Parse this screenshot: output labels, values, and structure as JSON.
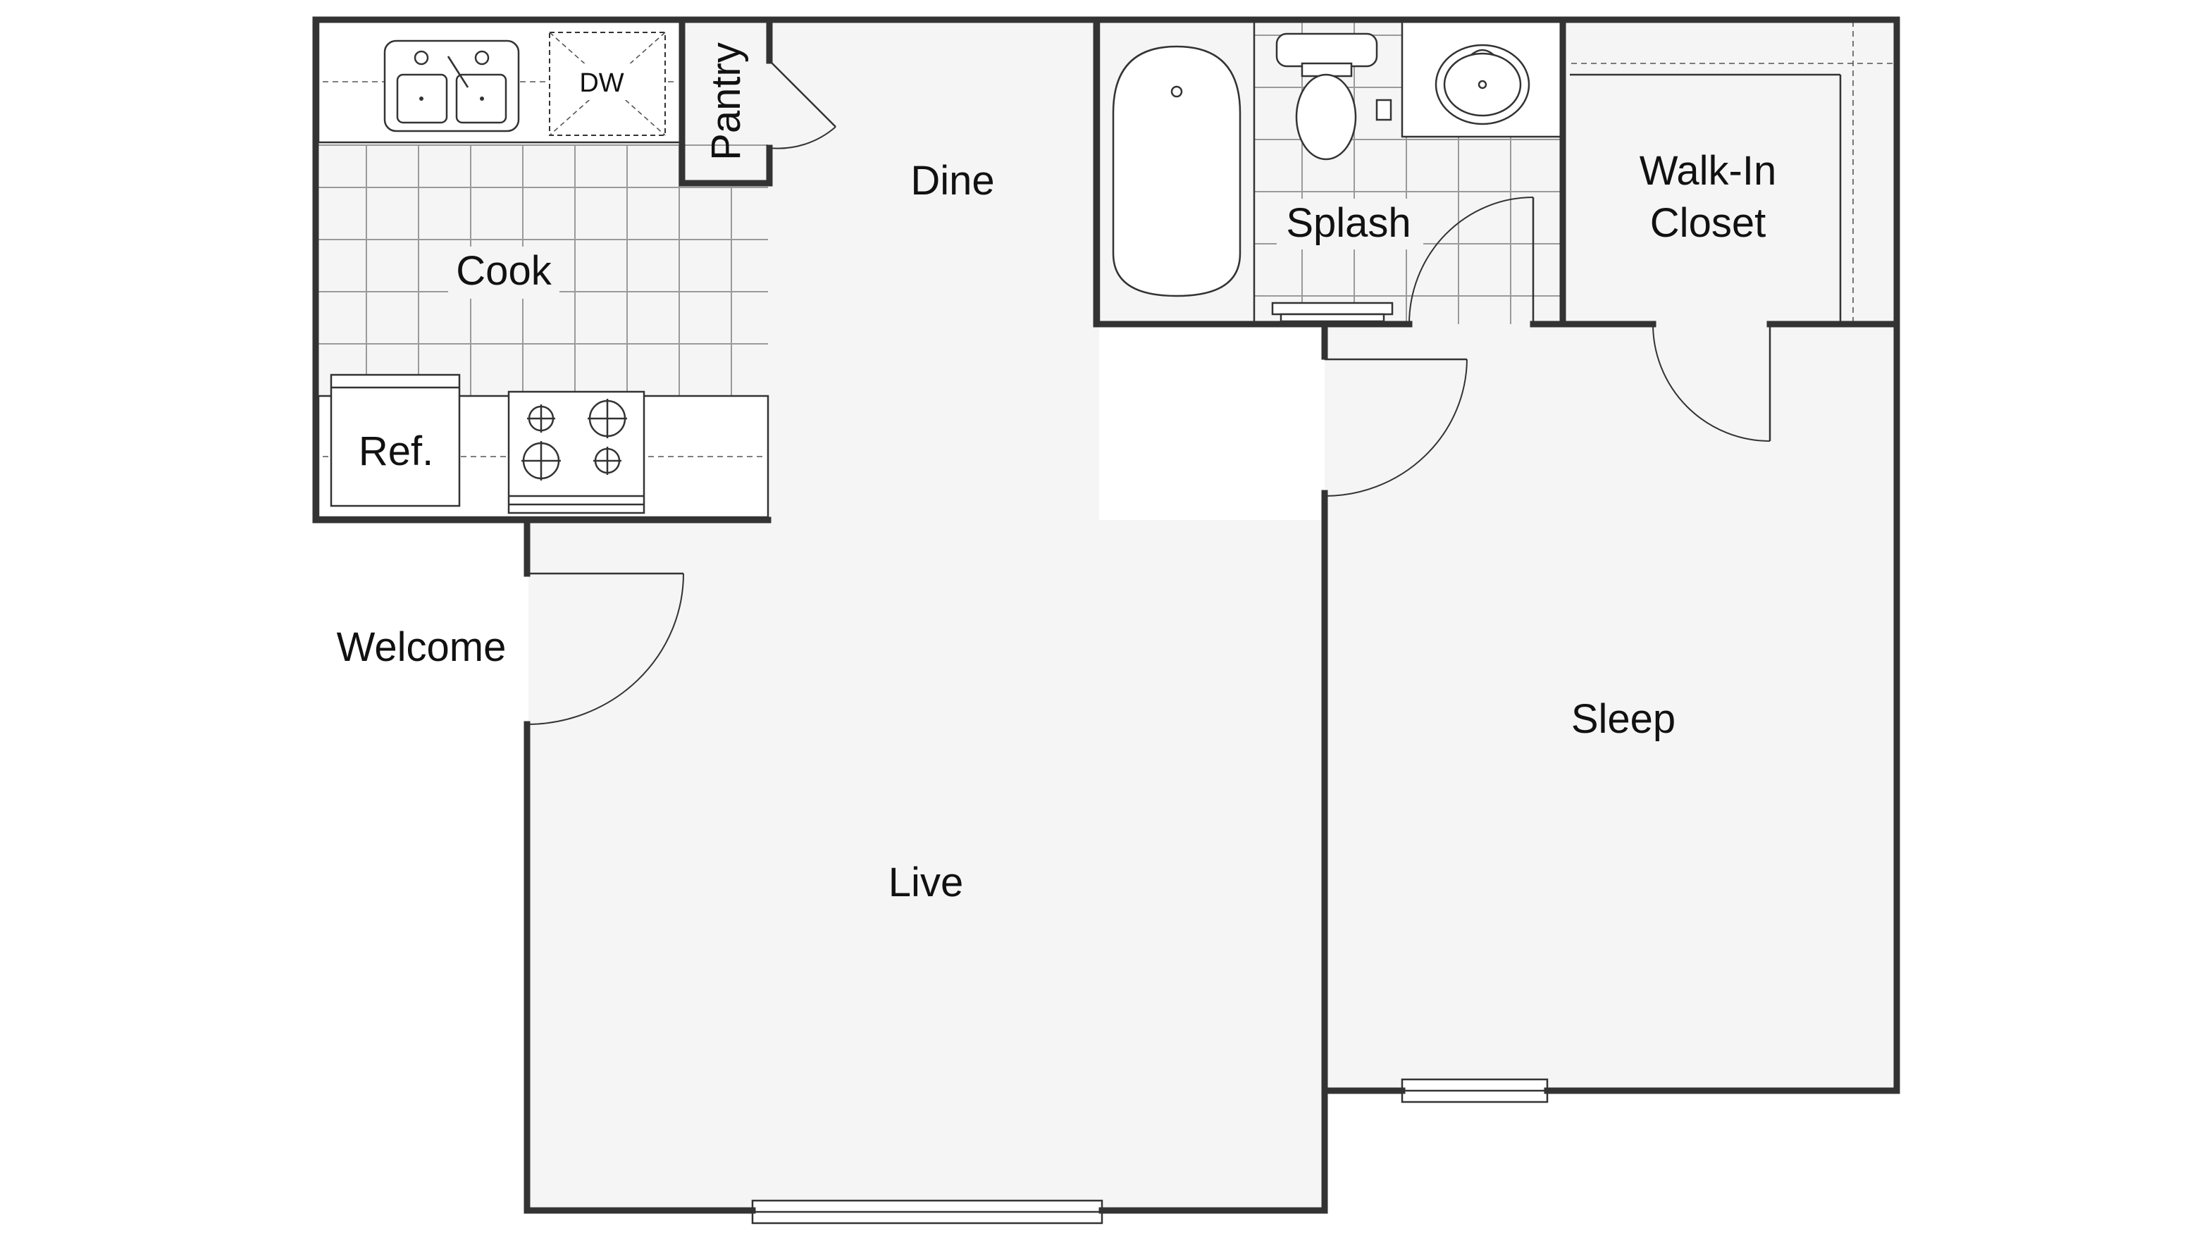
{
  "rooms": {
    "cook": "Cook",
    "dine": "Dine",
    "pantry": "Pantry",
    "splash": "Splash",
    "closet_line1": "Walk-In",
    "closet_line2": "Closet",
    "ref": "Ref.",
    "welcome": "Welcome",
    "live": "Live",
    "sleep": "Sleep",
    "dishwasher": "DW"
  },
  "colors": {
    "wall": "#333333",
    "floor": "#f5f5f5",
    "tile_grid": "#9a9a9a",
    "text": "#111111"
  }
}
